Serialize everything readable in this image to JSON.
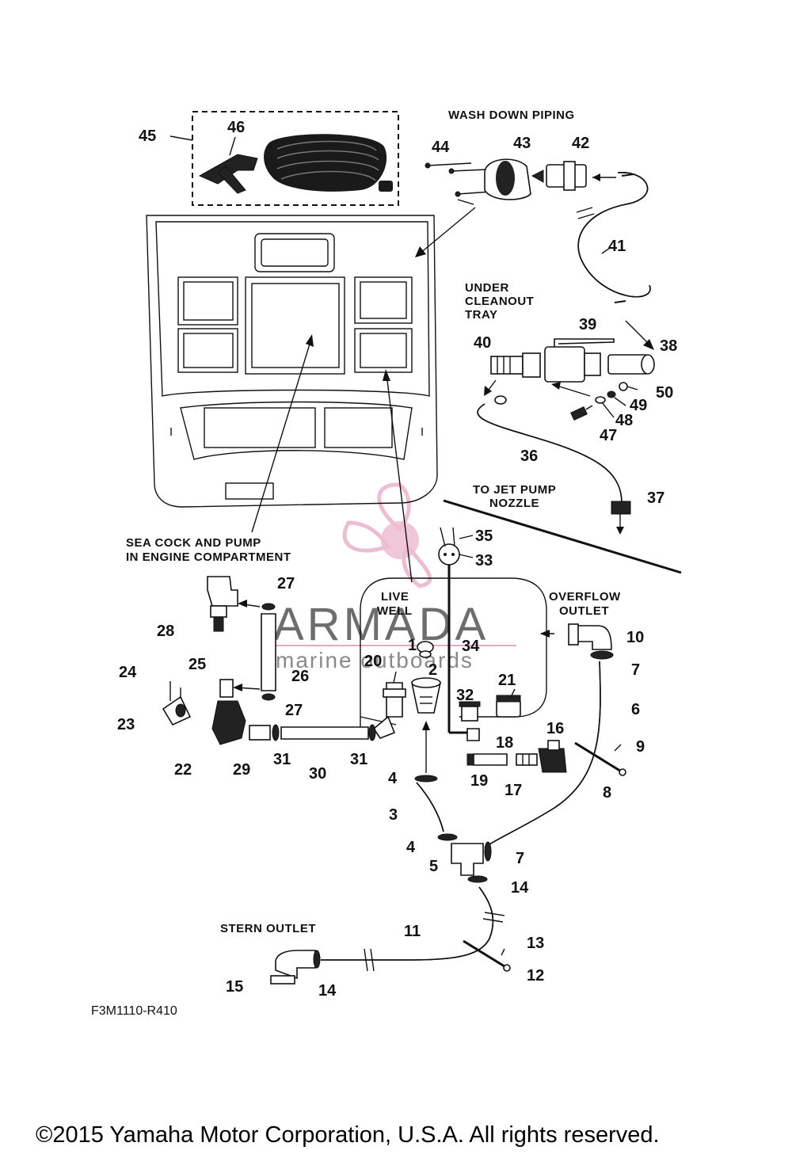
{
  "callouts": {
    "c1": "1",
    "c2": "2",
    "c3": "3",
    "c4a": "4",
    "c4b": "4",
    "c5": "5",
    "c6": "6",
    "c7a": "7",
    "c7b": "7",
    "c8": "8",
    "c9": "9",
    "c10": "10",
    "c11": "11",
    "c12": "12",
    "c13": "13",
    "c14a": "14",
    "c14b": "14",
    "c15": "15",
    "c16": "16",
    "c17": "17",
    "c18": "18",
    "c19": "19",
    "c20": "20",
    "c21": "21",
    "c22": "22",
    "c23": "23",
    "c24": "24",
    "c25": "25",
    "c26": "26",
    "c27a": "27",
    "c27b": "27",
    "c28": "28",
    "c29": "29",
    "c30": "30",
    "c31a": "31",
    "c31b": "31",
    "c32": "32",
    "c33": "33",
    "c34": "34",
    "c35": "35",
    "c36": "36",
    "c37": "37",
    "c38": "38",
    "c39": "39",
    "c40": "40",
    "c41": "41",
    "c42": "42",
    "c43": "43",
    "c44": "44",
    "c45": "45",
    "c46": "46",
    "c47": "47",
    "c48": "48",
    "c49": "49",
    "c50": "50"
  },
  "captions": {
    "wash_down": "WASH DOWN PIPING",
    "under_cleanout_1": "UNDER",
    "under_cleanout_2": "CLEANOUT",
    "under_cleanout_3": "TRAY",
    "to_jet_1": "TO JET PUMP",
    "to_jet_2": "NOZZLE",
    "sea_cock_1": "SEA COCK AND PUMP",
    "sea_cock_2": "IN ENGINE COMPARTMENT",
    "live_well_1": "LIVE",
    "live_well_2": "WELL",
    "overflow_1": "OVERFLOW",
    "overflow_2": "OUTLET",
    "stern_outlet": "STERN OUTLET"
  },
  "diagram_code": "F3M1110-R410",
  "copyright": "©2015 Yamaha Motor Corporation, U.S.A. All rights reserved.",
  "watermark": {
    "brand": "ARMADA",
    "tagline": "marine outboards",
    "accent_color": "#e8a8c4"
  }
}
